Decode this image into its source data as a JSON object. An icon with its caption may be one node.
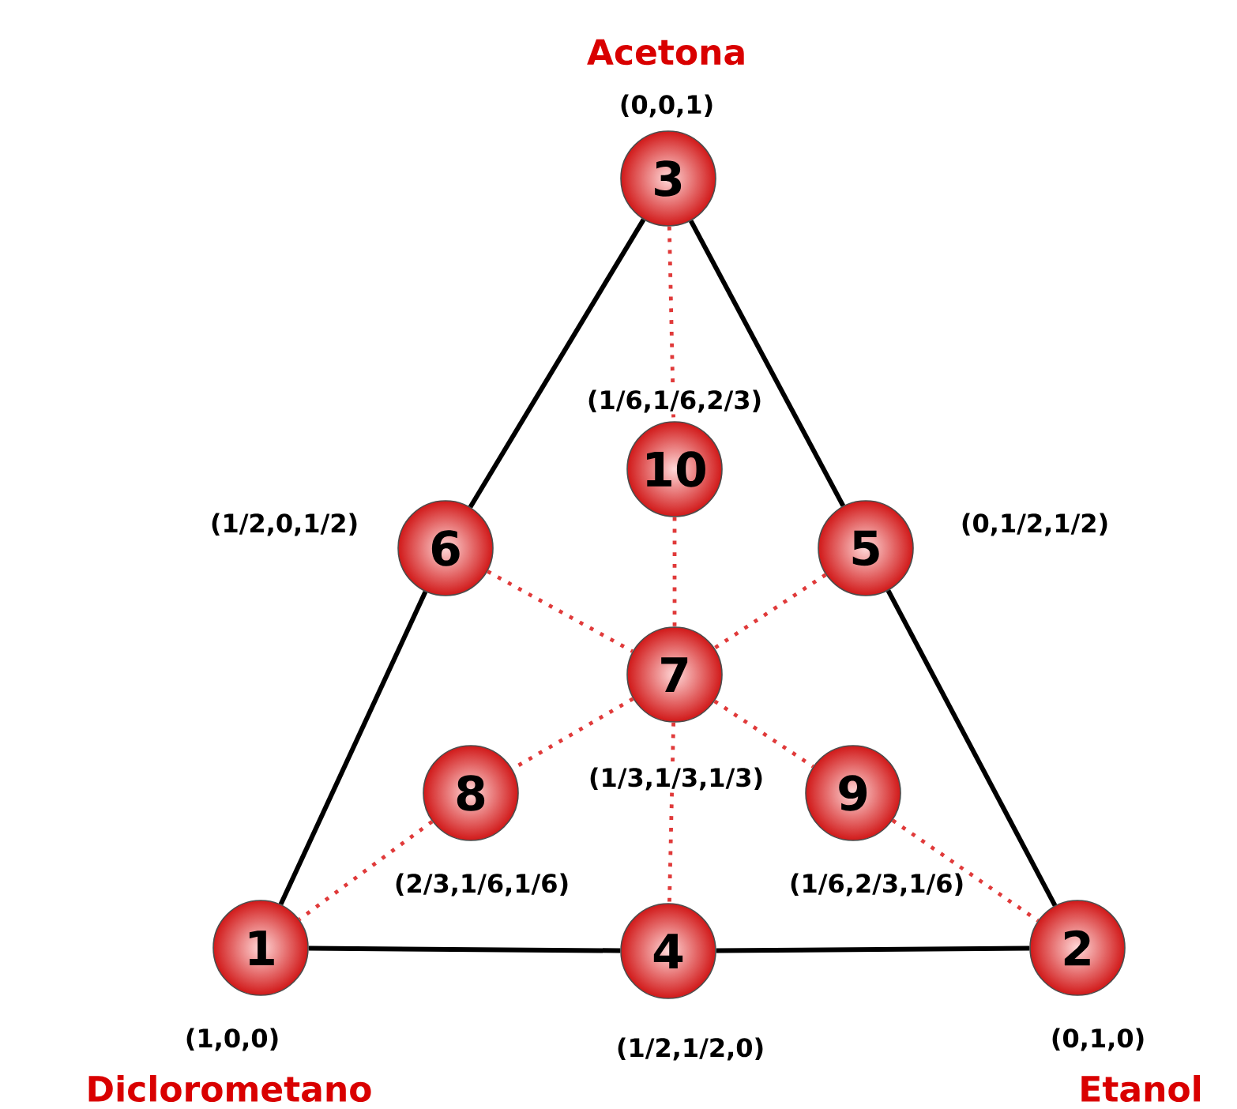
{
  "diagram": {
    "nodes": [
      {
        "text": [
          "1"
        ],
        "beside": [
          "(1,0,0)",
          "Diclorometano"
        ]
      },
      {
        "text": [
          "2"
        ],
        "beside": [
          "(0,1,0)",
          "Etanol"
        ]
      },
      {
        "text": [
          "3"
        ],
        "beside": [
          "(0,0,1)",
          "Acetona"
        ]
      },
      {
        "text": [
          "4"
        ],
        "beside": [
          "(1/2,1/2,0)"
        ]
      },
      {
        "text": [
          "5"
        ],
        "beside": [
          "(0,1/2,1/2)"
        ]
      },
      {
        "text": [
          "6"
        ],
        "beside": [
          "(1/2,0,1/2)"
        ]
      },
      {
        "text": [
          "7"
        ],
        "beside": [
          "(1/3,1/3,1/3)"
        ]
      },
      {
        "text": [
          "8"
        ],
        "beside": [
          "(2/3,1/6,1/6)"
        ]
      },
      {
        "text": [
          "9"
        ],
        "beside": [
          "(1/6,2/3,1/6)"
        ]
      },
      {
        "text": [
          "10"
        ],
        "beside": [
          "(1/6,1/6,2/3)"
        ]
      }
    ],
    "edges": [
      {
        "from": 0,
        "to": 3,
        "arrow": "none",
        "color": "#000000"
      },
      {
        "from": 3,
        "to": 1,
        "arrow": "none",
        "color": "#000000"
      },
      {
        "from": 1,
        "to": 4,
        "arrow": "none",
        "color": "#000000"
      },
      {
        "from": 4,
        "to": 2,
        "arrow": "none",
        "color": "#000000"
      },
      {
        "from": 2,
        "to": 5,
        "arrow": "none",
        "color": "#000000"
      },
      {
        "from": 5,
        "to": 0,
        "arrow": "none",
        "color": "#000000"
      },
      {
        "from": 2,
        "to": 9,
        "arrow": "none",
        "style": "dashed",
        "color": "#e03a3a"
      },
      {
        "from": 9,
        "to": 6,
        "arrow": "none",
        "style": "dashed",
        "color": "#e03a3a"
      },
      {
        "from": 5,
        "to": 6,
        "arrow": "none",
        "style": "dashed",
        "color": "#e03a3a"
      },
      {
        "from": 4,
        "to": 6,
        "arrow": "none",
        "style": "dashed",
        "color": "#e03a3a"
      },
      {
        "from": 6,
        "to": 7,
        "arrow": "none",
        "style": "dashed",
        "color": "#e03a3a"
      },
      {
        "from": 7,
        "to": 0,
        "arrow": "none",
        "style": "dashed",
        "color": "#e03a3a"
      },
      {
        "from": 6,
        "to": 8,
        "arrow": "none",
        "style": "dashed",
        "color": "#e03a3a"
      },
      {
        "from": 8,
        "to": 1,
        "arrow": "none",
        "style": "dashed",
        "color": "#e03a3a"
      },
      {
        "from": 6,
        "to": 3,
        "arrow": "none",
        "style": "dashed",
        "color": "#e03a3a"
      }
    ]
  }
}
